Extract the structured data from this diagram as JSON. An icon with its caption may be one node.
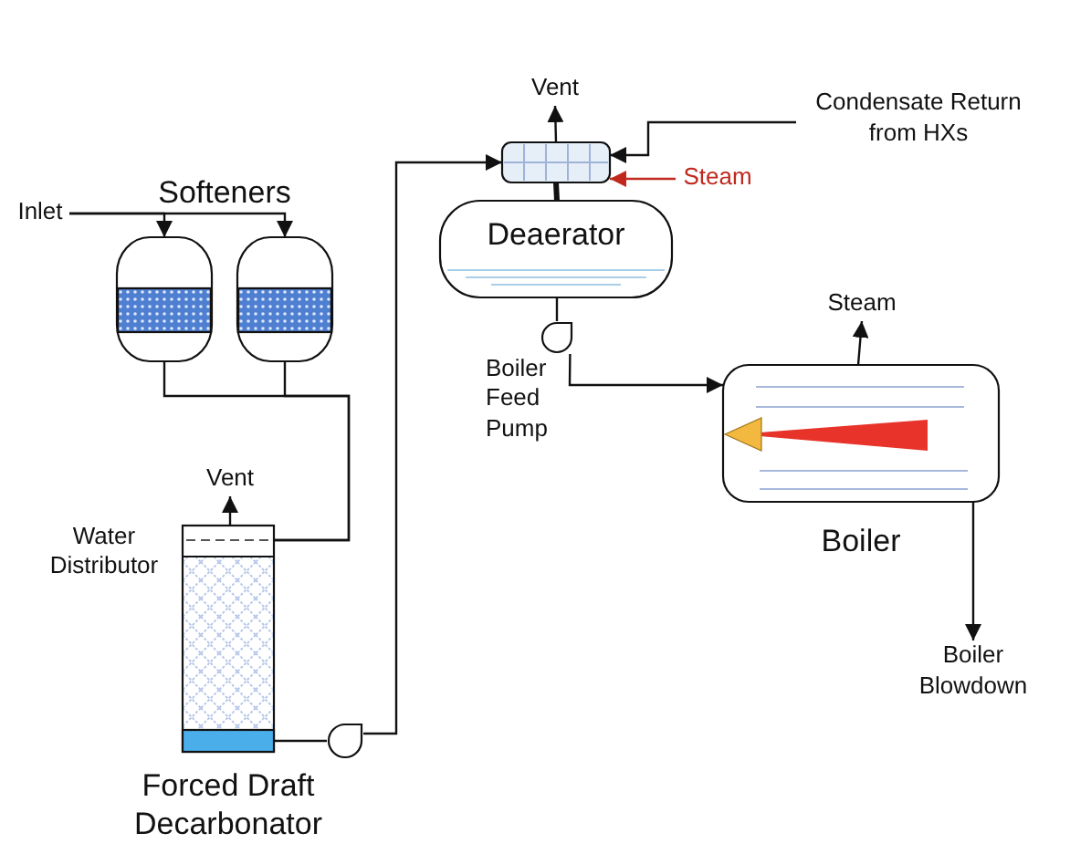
{
  "diagram": {
    "nodes": [
      {
        "text": [
          "Inlet"
        ]
      },
      {
        "text": [],
        "shape": "cylinder"
      },
      {
        "text": [],
        "shape": "cylinder"
      },
      {
        "text": [
          "Forced Draft Decarbonator"
        ],
        "beside": [
          "Water Distributor"
        ]
      },
      {
        "text": [
          "Vent"
        ]
      },
      {
        "text": [],
        "shape": "pump"
      },
      {
        "text": [],
        "shape": "box"
      },
      {
        "text": [
          "Vent"
        ]
      },
      {
        "text": [
          "Condensate Return from HXs"
        ]
      },
      {
        "text": [
          "Steam"
        ]
      },
      {
        "text": [
          "Deaerator"
        ]
      },
      {
        "text": [],
        "shape": "pump",
        "beside": [
          "Boiler Feed Pump"
        ]
      },
      {
        "text": [
          "Boiler"
        ]
      },
      {
        "text": [
          "Steam"
        ]
      },
      {
        "text": [
          "Boiler Blowdown"
        ]
      }
    ],
    "edges": [
      {
        "from": 0,
        "to": 1,
        "arrow": "to"
      },
      {
        "from": 0,
        "to": 2,
        "arrow": "to"
      },
      {
        "from": 1,
        "to": 3,
        "arrow": "none"
      },
      {
        "from": 2,
        "to": 3,
        "arrow": "none"
      },
      {
        "from": 3,
        "to": 4,
        "arrow": "to"
      },
      {
        "from": 3,
        "to": 5,
        "arrow": "none"
      },
      {
        "from": 5,
        "to": 6,
        "arrow": "to"
      },
      {
        "from": 6,
        "to": 7,
        "arrow": "to"
      },
      {
        "from": 8,
        "to": 6,
        "arrow": "to"
      },
      {
        "from": 9,
        "to": 6,
        "arrow": "to",
        "color": "#c0281e"
      },
      {
        "from": 6,
        "to": 10,
        "arrow": "none",
        "style": "thick"
      },
      {
        "from": 10,
        "to": 11,
        "arrow": "none"
      },
      {
        "from": 11,
        "to": 12,
        "arrow": "to"
      },
      {
        "from": 12,
        "to": 13,
        "arrow": "to"
      },
      {
        "from": 12,
        "to": 14,
        "arrow": "to"
      }
    ],
    "labels": [
      "Softeners"
    ]
  }
}
